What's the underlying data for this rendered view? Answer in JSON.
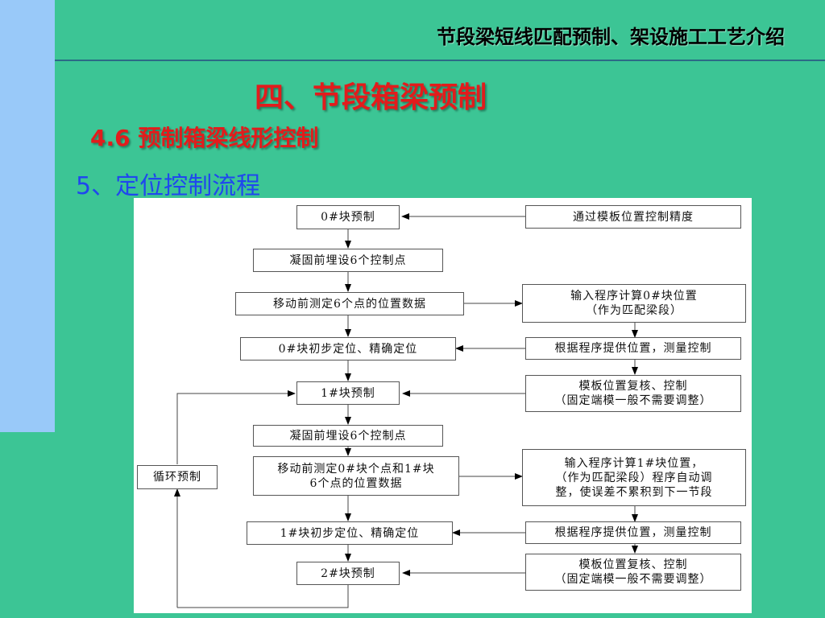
{
  "header": {
    "title": "节段梁短线匹配预制、架设施工工艺介绍"
  },
  "section_title": "四、节段箱梁预制",
  "subsection_title": "4.6  预制箱梁线形控制",
  "step_title": "5、定位控制流程",
  "flowchart": {
    "left_nodes": [
      "0#块预制",
      "凝固前埋设6个控制点",
      "移动前测定6个点的位置数据",
      "0#块初步定位、精确定位",
      "1#块预制",
      "凝固前埋设6个控制点",
      "移动前测定0#块个点和1#块\n6个点的位置数据",
      "1#块初步定位、精确定位",
      "2#块预制"
    ],
    "right_nodes": [
      "通过模板位置控制精度",
      "输入程序计算0#块位置\n（作为匹配梁段）",
      "根据程序提供位置，测量控制",
      "模板位置复核、控制\n（固定端模一般不需要调整）",
      "输入程序计算1#块位置，\n（作为匹配梁段）程序自动调\n整，使误差不累积到下一节段",
      "根据程序提供位置，测量控制",
      "模板位置复核、控制\n（固定端模一般不需要调整）"
    ],
    "loop_node": "循环预制"
  }
}
